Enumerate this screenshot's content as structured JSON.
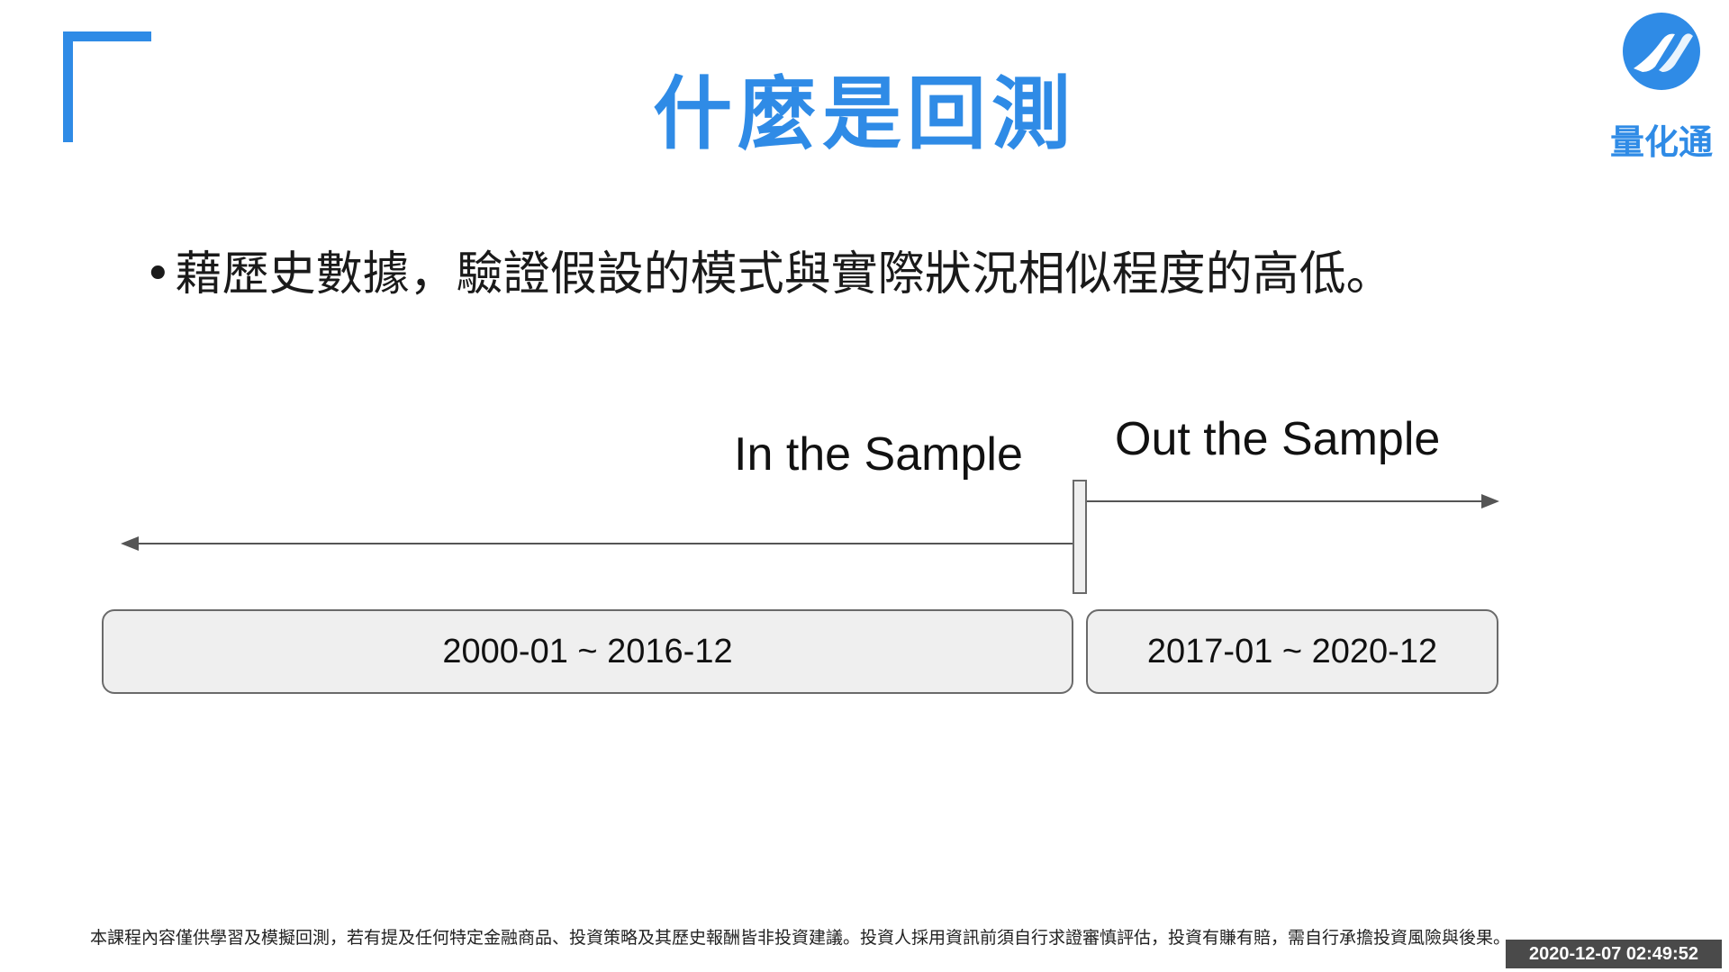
{
  "slide": {
    "title": "什麼是回測",
    "bullet_symbol": "•",
    "bullet_text": "藉歷史數據，驗證假設的模式與實際狀況相似程度的高低。"
  },
  "logo": {
    "text": "量化通",
    "color": "#2f8be6"
  },
  "timeline": {
    "in_sample_label": "In the Sample",
    "out_sample_label": "Out the Sample",
    "in_sample_range": "2000-01 ~ 2016-12",
    "out_sample_range": "2017-01 ~ 2020-12"
  },
  "footer": {
    "disclaimer": "本課程內容僅供學習及模擬回測，若有提及任何特定金融商品、投資策略及其歷史報酬皆非投資建議。投資人採用資訊前須自行求證審慎評估，投資有賺有賠，需自行承擔投資風險與後果。",
    "timestamp": "2020-12-07  02:49:52"
  },
  "colors": {
    "accent": "#2f8be6",
    "box_fill": "#efefef",
    "box_border": "#6a6a6a",
    "arrow": "#555555"
  }
}
